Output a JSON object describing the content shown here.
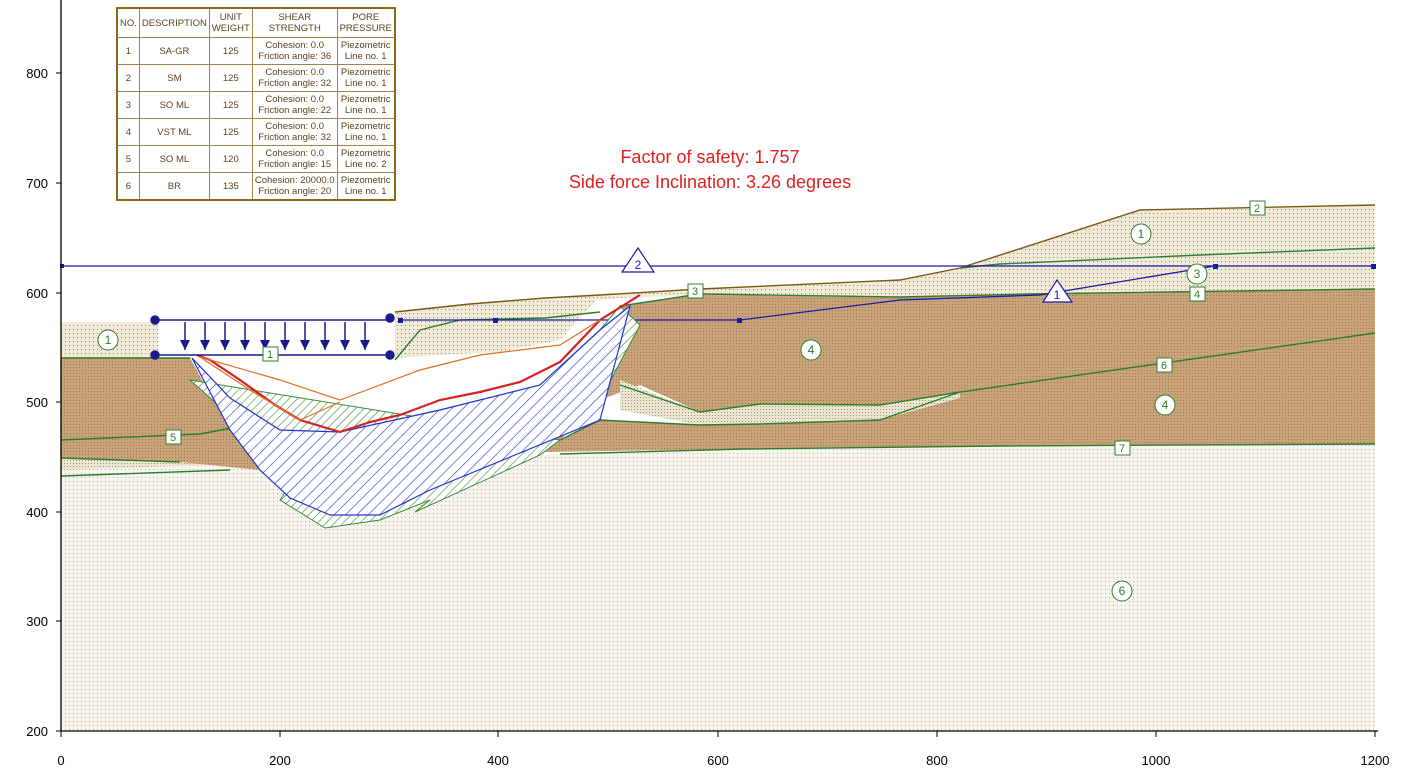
{
  "results": {
    "factor_of_safety": "Factor of safety: 1.757",
    "side_force": "Side force Inclination: 3.26 degrees"
  },
  "material_table": {
    "headers": {
      "no": "NO.",
      "description": "DESCRIPTION",
      "unit_weight": [
        "UNIT",
        "WEIGHT"
      ],
      "shear_strength": [
        "SHEAR",
        "STRENGTH"
      ],
      "pore_pressure": [
        "PORE",
        "PRESSURE"
      ]
    },
    "rows": [
      {
        "no": "1",
        "description": "SA-GR",
        "unit_weight": "125",
        "cohesion": "Cohesion: 0.0",
        "friction": "Friction angle: 36",
        "pore_a": "Piezometric",
        "pore_b": "Line no. 1"
      },
      {
        "no": "2",
        "description": "SM",
        "unit_weight": "125",
        "cohesion": "Cohesion: 0.0",
        "friction": "Friction angle: 32",
        "pore_a": "Piezometric",
        "pore_b": "Line no. 1"
      },
      {
        "no": "3",
        "description": "SO ML",
        "unit_weight": "125",
        "cohesion": "Cohesion: 0.0",
        "friction": "Friction angle: 22",
        "pore_a": "Piezometric",
        "pore_b": "Line no. 1"
      },
      {
        "no": "4",
        "description": "VST ML",
        "unit_weight": "125",
        "cohesion": "Cohesion: 0.0",
        "friction": "Friction angle: 32",
        "pore_a": "Piezometric",
        "pore_b": "Line no. 1"
      },
      {
        "no": "5",
        "description": "SO ML",
        "unit_weight": "120",
        "cohesion": "Cohesion: 0.0",
        "friction": "Friction angle: 15",
        "pore_a": "Piezometric",
        "pore_b": "Line no. 2"
      },
      {
        "no": "6",
        "description": "BR",
        "unit_weight": "135",
        "cohesion": "Cohesion: 20000.0",
        "friction": "Friction angle: 20",
        "pore_a": "Piezometric",
        "pore_b": "Line no. 1"
      }
    ]
  },
  "axes": {
    "x_ticks": [
      "0",
      "200",
      "400",
      "600",
      "800",
      "1000",
      "1200"
    ],
    "y_ticks": [
      "800",
      "700",
      "600",
      "500",
      "400",
      "300",
      "200"
    ]
  },
  "labels": {
    "material_1a": "1",
    "material_1b": "1",
    "material_3": "3",
    "material_4a": "4",
    "material_4b": "4",
    "material_6": "6",
    "piezo_1": "1",
    "piezo_2": "2",
    "boundary_1": "1",
    "boundary_2": "2",
    "boundary_3": "3",
    "boundary_4": "4",
    "boundary_5": "5",
    "boundary_6": "6",
    "boundary_7": "7"
  },
  "colors": {
    "clay_brown": "#c8a37a",
    "silt_tan": "#ebe4cf",
    "sand_pink": "#e8ddc7",
    "bedrock": "#f3f0e6",
    "boundary_green": "#2f7d2f",
    "piezo_blue": "#1a1aaa",
    "slice_blue": "#2233cc",
    "force_green": "#3a8a3a",
    "slip_red": "#d82020",
    "text_red": "#e02020",
    "table_brown": "#8b6914"
  }
}
